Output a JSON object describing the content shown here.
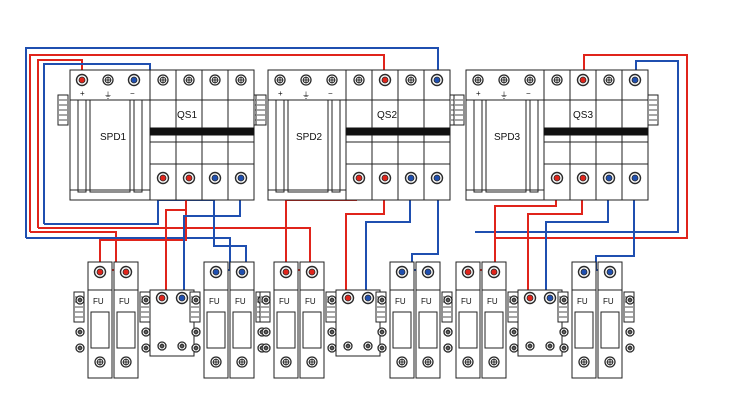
{
  "spd_modules": [
    {
      "label": "SPD1"
    },
    {
      "label": "SPD2"
    },
    {
      "label": "SPD3"
    }
  ],
  "spd_terminal_symbols": [
    "+",
    "⏚",
    "−"
  ],
  "switches": [
    {
      "label": "QS1"
    },
    {
      "label": "QS2"
    },
    {
      "label": "QS3"
    }
  ],
  "fuse_label": "FU",
  "wire_colors": {
    "positive": "#e0241b",
    "negative": "#1f4fb0",
    "outline": "#222222",
    "screw": "#2a2a2a"
  }
}
